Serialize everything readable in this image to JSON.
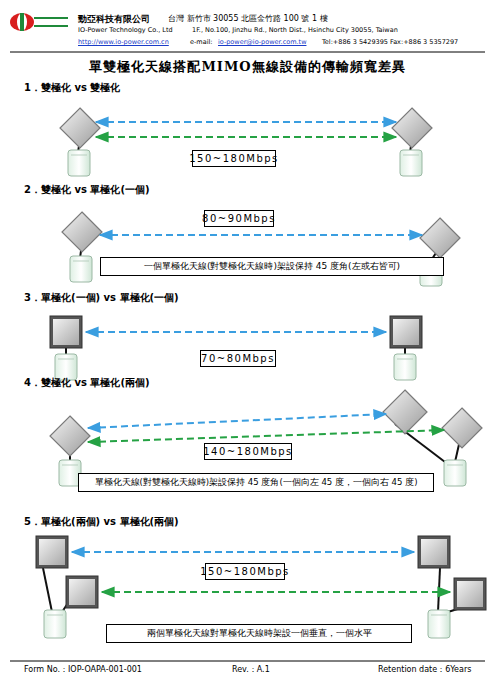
{
  "diagram": {
    "title": "單雙極化天線搭配MIMO無線設備的傳輸頻寬差異",
    "nodes": [
      {
        "text": [
          "150~180Mbps"
        ]
      },
      {
        "text": [
          "80~90Mbps"
        ]
      },
      {
        "text": [
          "一個單極化天線(對雙極化天線時)架設保持 45 度角(左或右皆可)"
        ]
      },
      {
        "text": [
          "70~80Mbps"
        ]
      },
      {
        "text": [
          "140~180Mbps"
        ]
      },
      {
        "text": [
          "單極化天線(對雙極化天線時)架設保持 45 度角(一個向左 45 度，一個向右 45 度)"
        ]
      },
      {
        "text": [
          "150~180Mbps"
        ]
      },
      {
        "text": [
          "兩個單極化天線對單極化天線時架設一個垂直，一個水平"
        ]
      }
    ],
    "labels": [
      "勁亞科技有限公司",
      "台灣 新竹市 30055 北區金竹路 100 號 1 樓",
      "IO-Power Technology Co., Ltd",
      "1F., No.100, Jinzhu Rd., North Dist., Hsinchu City 30055, Taiwan",
      "http://www.io-power.com.cn",
      "e-mail:",
      "io-power@io-power.com.tw",
      "Tel:+886 3 5429395 Fax:+886 3 5357297",
      "1．雙極化 vs 雙極化",
      "2．雙極化 vs 單極化(一個)",
      "3．單極化(一個) vs 單極化(一個)",
      "4．雙極化 vs 單極化(兩個)",
      "5．單極化(兩個) vs 單極化(兩個)",
      "Form No.：IOP-OAPA-001-001",
      "Rev.：A.1",
      "Retention date：6Years"
    ]
  }
}
